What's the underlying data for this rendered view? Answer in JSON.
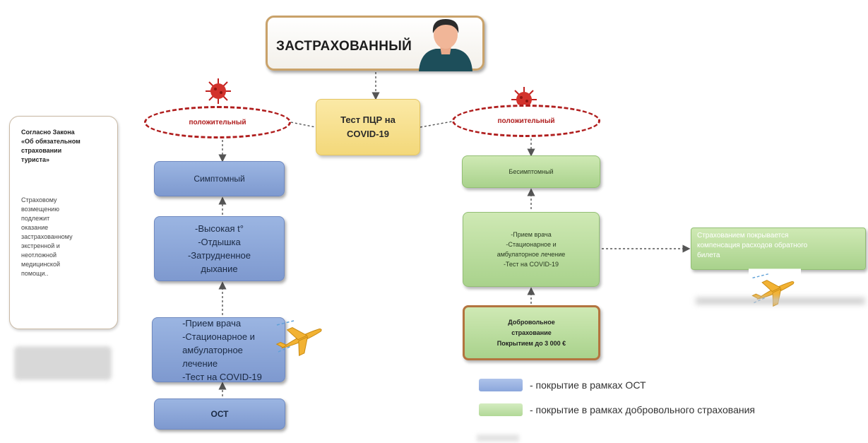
{
  "insured": {
    "label": "ЗАСТРАХОВАННЫЙ"
  },
  "pcr_test": {
    "label": "Тест ПЦР на\nCOVID-19"
  },
  "positive_left": {
    "label": "положительный"
  },
  "positive_right": {
    "label": "положительный"
  },
  "symptomatic": {
    "label": "Симптомный"
  },
  "symptoms": {
    "label": "-Высокая t°\n-Отдышка\n-Затрудненное\nдыхание"
  },
  "doctor_left": {
    "label": "-Прием врача\n-Стационарное и\nамбулаторное\nлечение\n-Тест на COVID-19"
  },
  "ost": {
    "label": "ОСТ"
  },
  "asymptomatic": {
    "label": "Бесимптомный"
  },
  "doctor_right": {
    "label": "-Прием врача\n-Стационарное и\nамбулаторное лечение\n-Тест на COVID-19"
  },
  "voluntary": {
    "label": "Добровольное\nстрахование\nПокрытием до 3 000 €"
  },
  "compensation": {
    "label": "Страхованием покрывается\nкомпенсация расходов обратного\nбилета"
  },
  "law_panel": {
    "title": "Согласно Закона\n«Об обязательном\nстраховании\nтуриста»",
    "body": "Страховому\nвозмещению\nподлежит\nоказание\nзастрахованному\nэкстренной и\nнеотложной\nмедицинской\nпомощи.."
  },
  "legend": {
    "blue_label": "- покрытие в рамках ОСТ",
    "green_label": "- покрытие в рамках добровольного страхования"
  },
  "colors": {
    "ost_blue": "#8ba7dc",
    "voluntary_green": "#b1d897",
    "pcr_yellow": "#f3d87a",
    "positive_red": "#b01e1e"
  },
  "icons": [
    "person-icon",
    "virus-icon",
    "airplane-icon"
  ]
}
